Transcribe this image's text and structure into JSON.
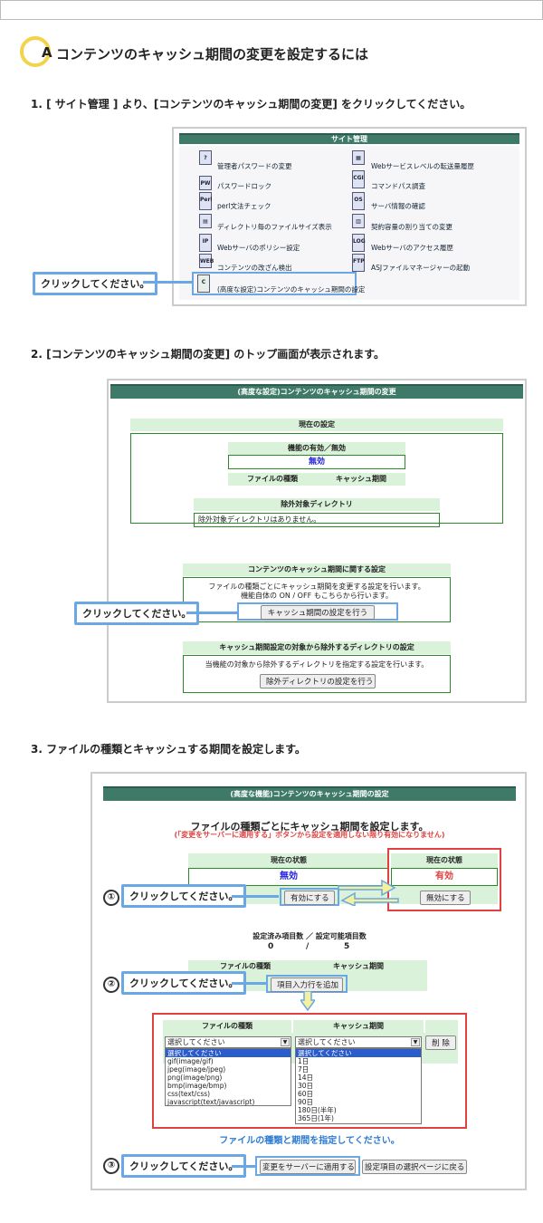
{
  "heading": {
    "marker": "A",
    "title": "コンテンツのキャッシュ期間の変更を設定するには"
  },
  "steps": {
    "s1": "1. [ サイト管理 ] より、[コンテンツのキャッシュ期間の変更] をクリックしてください。",
    "s2": "2. [コンテンツのキャッシュ期間の変更] のトップ画面が表示されます。",
    "s3": "3. ファイルの種類とキャッシュする期間を設定します。"
  },
  "callout": "クリックしてください。",
  "site_admin": {
    "header": "サイト管理",
    "left": [
      {
        "icon": "key-icon",
        "label": "管理者パスワードの変更"
      },
      {
        "icon": "lock-icon",
        "label": "パスワードロック"
      },
      {
        "icon": "perl-icon",
        "label": "perl文法チェック"
      },
      {
        "icon": "folder-icon",
        "label": "ディレクトリ毎のファイルサイズ表示"
      },
      {
        "icon": "ip-icon",
        "label": "Webサーバのポリシー設定"
      },
      {
        "icon": "web-icon",
        "label": "コンテンツの改ざん検出"
      },
      {
        "icon": "cache-icon",
        "label": "(高度な設定)コンテンツのキャッシュ期間の設定"
      }
    ],
    "right": [
      {
        "icon": "transfer-icon",
        "label": "Webサービスレベルの転送量履歴"
      },
      {
        "icon": "cgi-icon",
        "label": "コマンドパス調査"
      },
      {
        "icon": "os-icon",
        "label": "サーバ情報の確認"
      },
      {
        "icon": "disk-icon",
        "label": "契約容量の割り当ての変更"
      },
      {
        "icon": "log-icon",
        "label": "Webサーバのアクセス履歴"
      },
      {
        "icon": "ftp-icon",
        "label": "ASJファイルマネージャーの起動"
      }
    ]
  },
  "top": {
    "header": "(高度な設定)コンテンツのキャッシュ期間の変更",
    "current": "現在の設定",
    "func": "機能の有効／無効",
    "func_val": "無効",
    "col_type": "ファイルの種類",
    "col_period": "キャッシュ期間",
    "excl": "除外対象ディレクトリ",
    "excl_val": "除外対象ディレクトリはありません。",
    "cache_title": "コンテンツのキャッシュ期間に関する設定",
    "cache_desc1": "ファイルの種類ごとにキャッシュ期間を変更する設定を行います。",
    "cache_desc2": "機能自体の ON / OFF もこちらから行います。",
    "cache_btn": "キャッシュ期間の設定を行う",
    "excl_title": "キャッシュ期間設定の対象から除外するディレクトリの設定",
    "excl_desc": "当機能の対象から除外するディレクトリを指定する設定を行います。",
    "excl_btn": "除外ディレクトリの設定を行う"
  },
  "setting": {
    "header": "(高度な機能)コンテンツのキャッシュ期間の設定",
    "intro": "ファイルの種類ごとにキャッシュ期間を設定します。",
    "warn": "(「変更をサーバーに適用する」ボタンから設定を適用しない限り有効になりません)",
    "state": "現在の状態",
    "state_left": "無効",
    "state_right": "有効",
    "btn_enable": "有効にする",
    "btn_disable": "無効にする",
    "count_label": "設定済み項目数 ／ 設定可能項目数",
    "count_cur": "0",
    "count_sep": "/",
    "count_max": "5",
    "col_type": "ファイルの種類",
    "col_period": "キャッシュ期間",
    "btn_add": "項目入力行を追加",
    "placeholder": "選択してください",
    "btn_delete": "削 除",
    "type_options": [
      "選択してください",
      "gif(image/gif)",
      "jpeg(image/jpeg)",
      "png(image/png)",
      "bmp(image/bmp)",
      "css(text/css)",
      "javascript(text/javascript)"
    ],
    "period_options": [
      "選択してください",
      "1日",
      "7日",
      "14日",
      "30日",
      "60日",
      "90日",
      "180日(半年)",
      "365日(1年)"
    ],
    "note": "ファイルの種類と期間を指定してください。",
    "btn_apply": "変更をサーバーに適用する",
    "btn_back": "設定項目の選択ページに戻る",
    "nums": [
      "①",
      "②",
      "③"
    ]
  },
  "colors": {
    "accent": "#6aa7e4",
    "header_green": "#3f7a68",
    "marker": "#f4d24a",
    "red": "#e04040",
    "active_blue": "#2222dd"
  }
}
